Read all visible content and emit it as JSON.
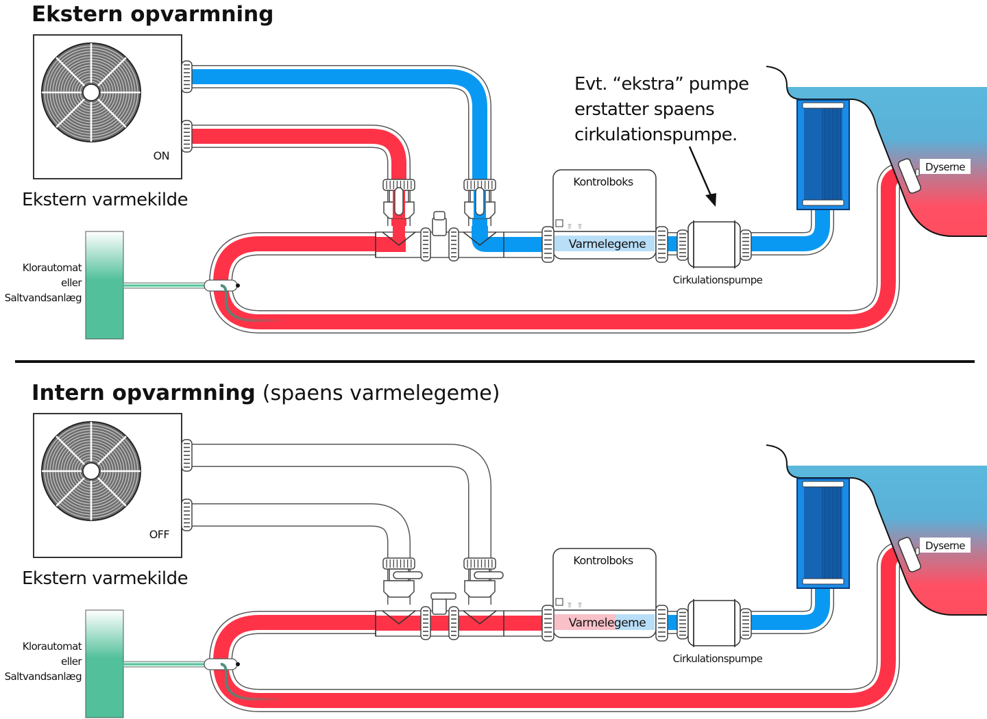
{
  "colors": {
    "hot": "#ff3347",
    "cold": "#0a99f2",
    "heater_cold_fill": "#b9def7",
    "heater_hot_fill": "#f9c0c8",
    "spa_water_top": "#5bb8dc",
    "spa_water_bottom": "#ff4d5e",
    "chlorinator": "#52c09a",
    "filter": "#1a8be8",
    "filter_dark": "#1565b5",
    "divider": "#111111"
  },
  "panels": [
    {
      "id": "external",
      "title_bold": "Ekstern opvarmning",
      "title_suffix": "",
      "heat_source": {
        "label": "Ekstern varmekilde",
        "status": "ON",
        "active": true
      },
      "chlorinator_label": [
        "Klorautomat",
        "eller",
        "Saltvandsanlæg"
      ],
      "control_box_label": "Kontrolboks",
      "heater_label": "Varmelegeme",
      "heater_state": "cold",
      "pump_label": "Cirkulationspumpe",
      "jets_label": "Dyserne",
      "note": [
        "Evt. “ekstra” pumpe",
        "erstatter spaens",
        "cirkulationspumpe."
      ]
    },
    {
      "id": "internal",
      "title_bold": "Intern opvarmning",
      "title_suffix": "(spaens varmelegeme)",
      "heat_source": {
        "label": "Ekstern varmekilde",
        "status": "OFF",
        "active": false
      },
      "chlorinator_label": [
        "Klorautomat",
        "eller",
        "Saltvandsanlæg"
      ],
      "control_box_label": "Kontrolboks",
      "heater_label": "Varmelegeme",
      "heater_state": "heating",
      "pump_label": "Cirkulationspumpe",
      "jets_label": "Dyserne",
      "note": []
    }
  ]
}
